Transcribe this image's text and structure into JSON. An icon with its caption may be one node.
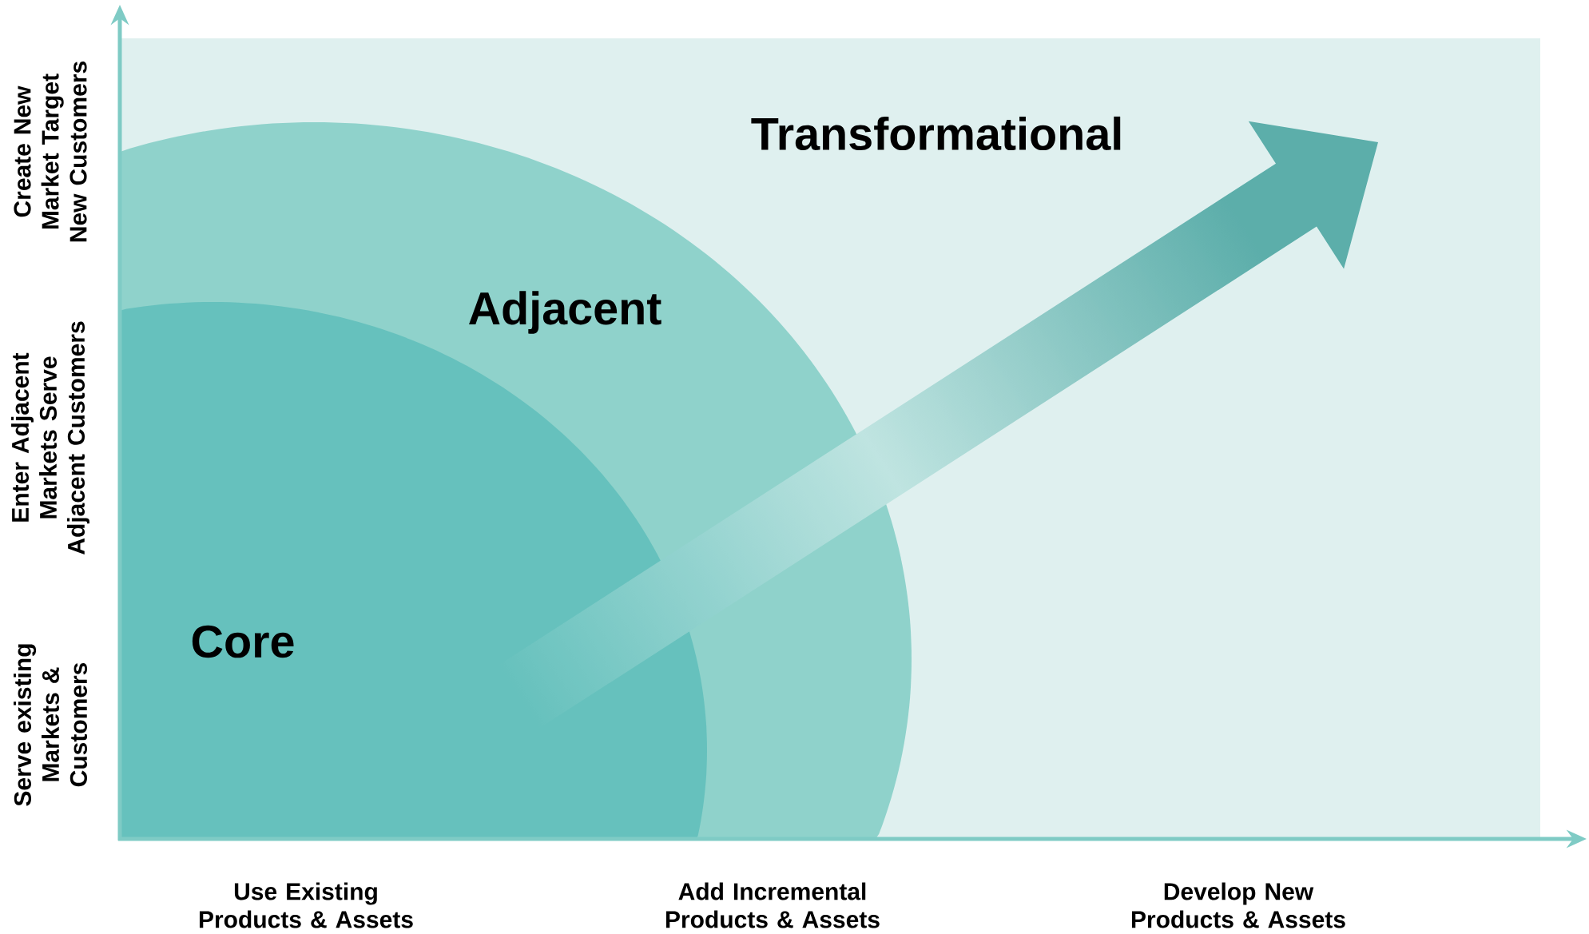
{
  "diagram": {
    "nodes": [
      {
        "text": [
          "Transformational"
        ]
      },
      {
        "text": [
          "Adjacent"
        ],
        "in": 0
      },
      {
        "text": [
          "Core"
        ],
        "in": 1
      }
    ],
    "labels": [
      "Create New Market Target New Customers",
      "Enter Adjacent Markets Serve Adjacent Customers",
      "Serve existing Markets & Customers",
      "Use Existing Products & Assets",
      "Add Incremental Products & Assets",
      "Develop New Products & Assets"
    ]
  }
}
